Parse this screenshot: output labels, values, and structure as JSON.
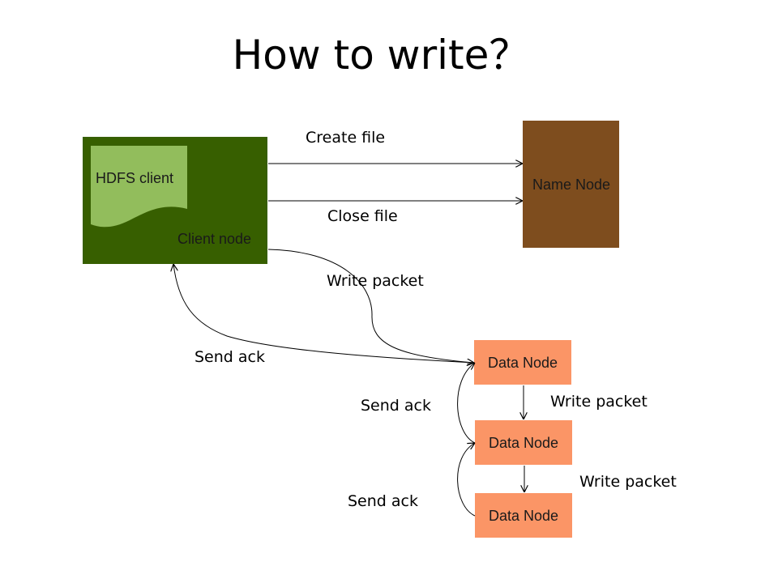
{
  "title": "How to write？",
  "nodes": {
    "client": {
      "label": "Client node",
      "color": "#375F00",
      "inner": {
        "label": "HDFS client",
        "color": "#92BD5C"
      }
    },
    "namenode": {
      "label": "Name Node",
      "color": "#7E4D1E"
    },
    "datanodes": [
      {
        "label": "Data Node",
        "color": "#FB9566"
      },
      {
        "label": "Data Node",
        "color": "#FB9566"
      },
      {
        "label": "Data Node",
        "color": "#FB9566"
      }
    ]
  },
  "edges": {
    "create_file": "Create file",
    "close_file": "Close file",
    "write_packet_1": "Write packet",
    "send_ack_1": "Send ack",
    "write_packet_2": "Write packet",
    "send_ack_2": "Send ack",
    "write_packet_3": "Write packet",
    "send_ack_3": "Send ack"
  }
}
